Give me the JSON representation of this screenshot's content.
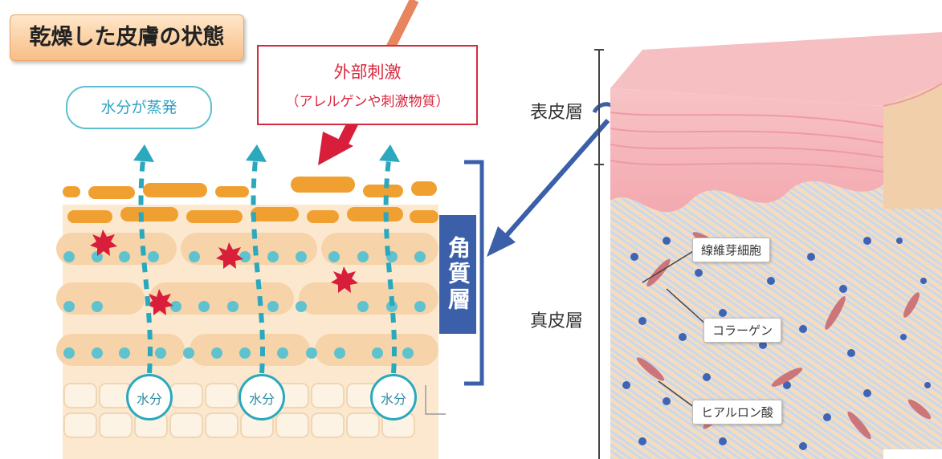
{
  "title": "乾燥した皮膚の状態",
  "evaporation_label": "水分が蒸発",
  "stimulus": {
    "title": "外部刺激",
    "subtitle": "（アレルゲンや刺激物質）"
  },
  "water_labels": [
    "水分",
    "水分",
    "水分"
  ],
  "stratum_corneum_label": "角質層",
  "layers": {
    "epidermis": "表皮層",
    "dermis": "真皮層"
  },
  "dermis_callouts": {
    "fibroblast": "線維芽細胞",
    "collagen": "コラーゲン",
    "hyaluronic_acid": "ヒアルロン酸"
  },
  "colors": {
    "title_bg": "#f7be86",
    "stimulus_red": "#d8283e",
    "water_teal": "#2aa8bd",
    "stratum_blue": "#3b5fa9",
    "corneocyte_orange": "#f0a030",
    "skin_pink": "#f3b7bd"
  }
}
